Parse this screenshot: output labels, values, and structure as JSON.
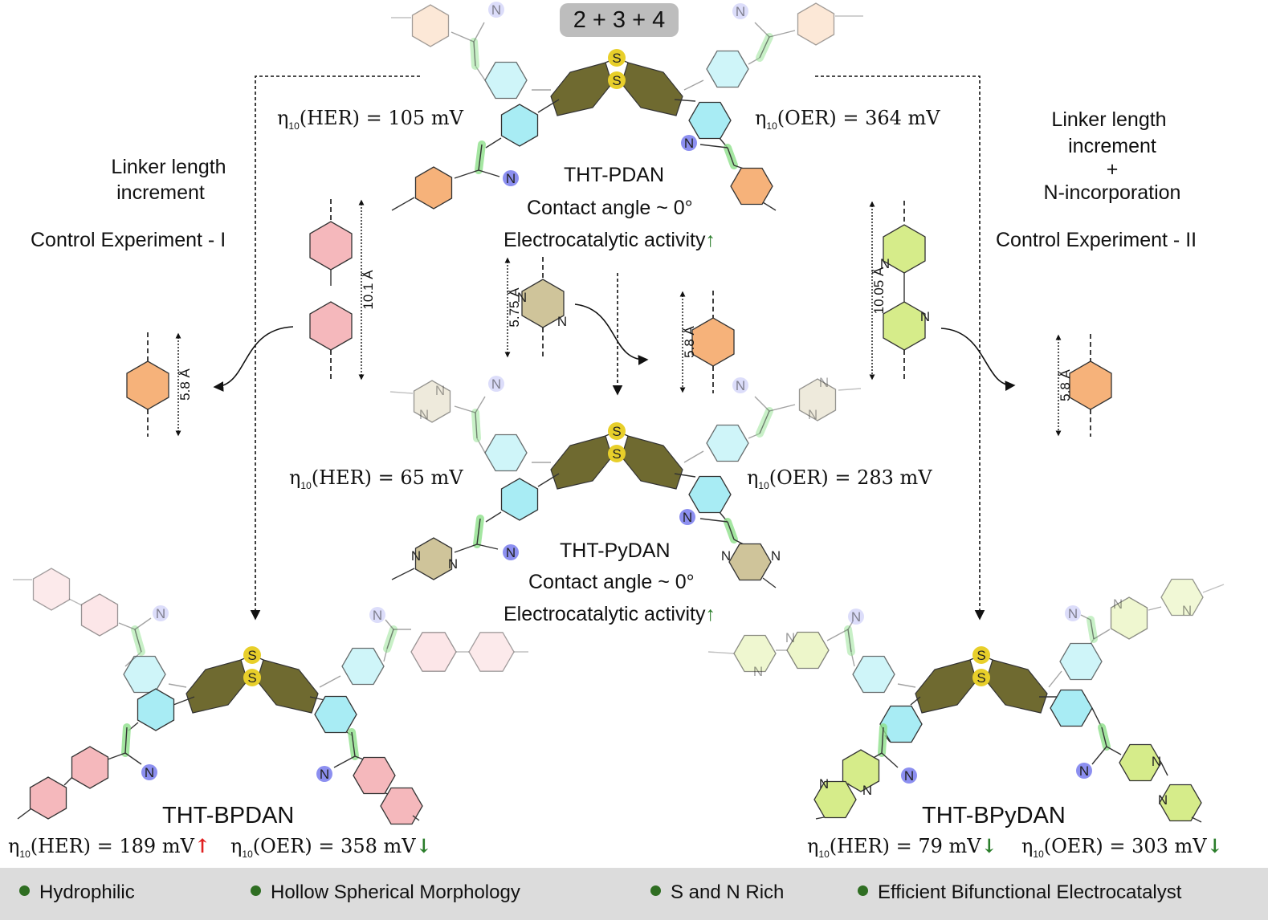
{
  "badge": "2 + 3 + 4",
  "center_top": {
    "name": "THT-PDAN",
    "her": "105 mV",
    "oer": "364 mV",
    "contact": "Contact angle ~ 0°",
    "activity": "Electrocatalytic activity"
  },
  "center_mid": {
    "name": "THT-PyDAN",
    "her": "65 mV",
    "oer": "283 mV",
    "contact": "Contact angle ~ 0°",
    "activity": "Electrocatalytic activity"
  },
  "left_panel": {
    "line1": "Linker length",
    "line2": "increment",
    "control": "Control Experiment - I"
  },
  "right_panel": {
    "line1": "Linker length",
    "line2": "increment",
    "line3": "+",
    "line4": "N-incorporation",
    "control": "Control Experiment - II"
  },
  "bottom_left": {
    "name": "THT-BPDAN",
    "her": "189 mV",
    "oer": "358 mV"
  },
  "bottom_right": {
    "name": "THT-BPyDAN",
    "her": "79 mV",
    "oer": "303 mV"
  },
  "eta_symbol": "η",
  "eta_sub": "10",
  "her_label": "(HER) = ",
  "oer_label": "(OER) = ",
  "arrows": {
    "up": "↑",
    "down": "↓"
  },
  "dimensions": {
    "biphenyl": "10.1 Å",
    "phenyl": "5.8 Å",
    "pyrazine": "5.75 Å",
    "bipyridine": "10.05 Å"
  },
  "atom_labels": {
    "sulfur": "S",
    "nitrogen": "N"
  },
  "footer": [
    "Hydrophilic",
    "Hollow Spherical Morphology",
    "S and N Rich",
    "Efficient Bifunctional Electrocatalyst"
  ],
  "colors": {
    "core": "#6f6a30",
    "sulfur": "#e8cf2a",
    "cyan_ring": "#a8ecf4",
    "orange_ring": "#f6b27a",
    "pink_ring": "#f5b8bc",
    "pyrazine_ring": "#cfc49a",
    "bipyridine_ring": "#d6ec8a",
    "nitrile_n": "#8c8ff0",
    "vinyl_glow": "#8de08a",
    "footer_bg": "#dcdcdc",
    "bullet": "#2f6e22"
  }
}
